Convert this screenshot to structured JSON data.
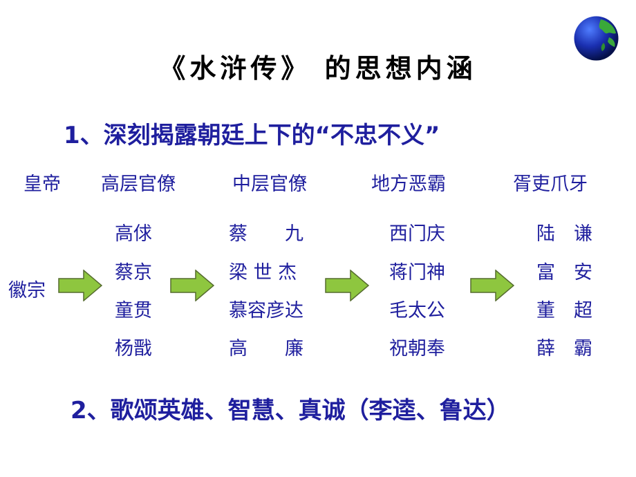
{
  "title": "《水浒传》 的思想内涵",
  "point1": "1、深刻揭露朝廷上下的“不忠不义”",
  "point2": "2、歌颂英雄、智慧、真诚（李逵、鲁达）",
  "categories": [
    "皇帝",
    "高层官僚",
    "中层官僚",
    "地方恶霸",
    "胥吏爪牙"
  ],
  "emperor": "徽宗",
  "columns": [
    {
      "names": [
        "高俅",
        "蔡京",
        "童贯",
        "杨戬"
      ]
    },
    {
      "names": [
        "蔡　　九",
        "梁 世 杰",
        "慕容彦达",
        "高　　廉"
      ]
    },
    {
      "names": [
        "西门庆",
        "蒋门神",
        "毛太公",
        "祝朝奉"
      ]
    },
    {
      "names": [
        "陆　谦",
        "富　安",
        "董　超",
        "薛　霸"
      ]
    }
  ],
  "colors": {
    "text_blue": "#1f1f9e",
    "arrow_green": "#8ec63f",
    "globe_blue": "#1a2fb0",
    "globe_green": "#3aa83a"
  },
  "icons": {
    "globe": "globe-icon",
    "arrow": "right-arrow-icon"
  }
}
